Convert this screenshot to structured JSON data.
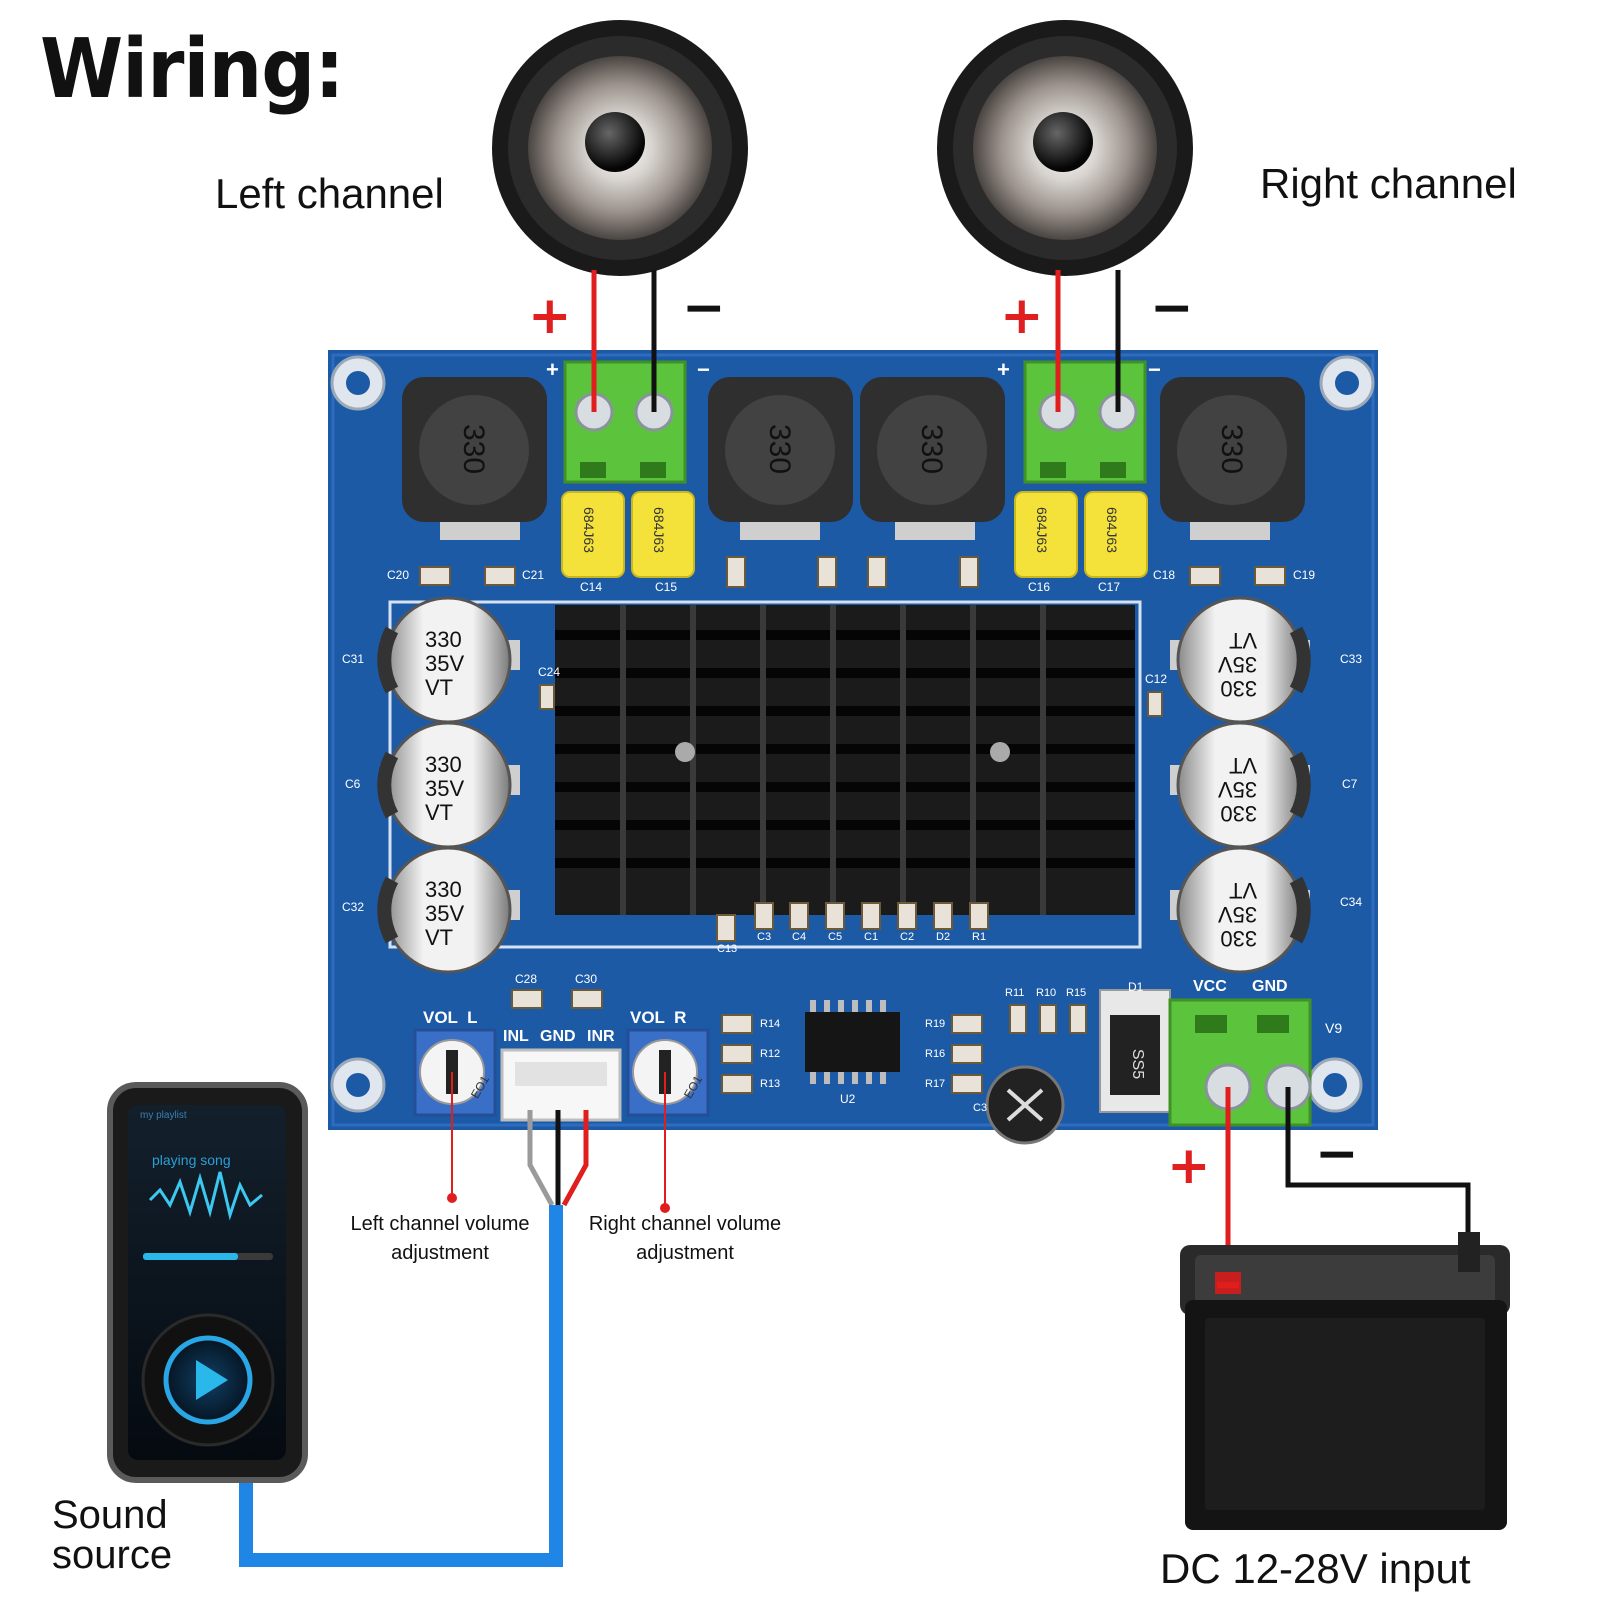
{
  "title": "Wiring:",
  "labels": {
    "left_channel": "Left channel",
    "right_channel": "Right channel",
    "left_volume": "Left channel volume adjustment",
    "right_volume": "Right channel volume adjustment",
    "sound_source_line1": "Sound",
    "sound_source_line2": "source",
    "dc_input": "DC 12-28V input"
  },
  "polarity": {
    "plus": "+",
    "minus": "−"
  },
  "board": {
    "header_plus": "+",
    "header_minus": "−",
    "inductors": [
      "330",
      "330",
      "330",
      "330"
    ],
    "film_caps": [
      "684J63",
      "684J63",
      "684J63",
      "684J63"
    ],
    "film_cap_refs": [
      "C14",
      "C15",
      "C16",
      "C17"
    ],
    "smd_refs_top": [
      "C20",
      "C21",
      "C18",
      "C19"
    ],
    "electrolytic_caps": [
      "330",
      "35V",
      "VT"
    ],
    "left_cap_refs": [
      "C31",
      "C6",
      "C32"
    ],
    "right_cap_refs": [
      "C33",
      "C7",
      "C34"
    ],
    "mid_cap_refs": [
      "C24",
      "C12"
    ],
    "bottom_refs": [
      "C13",
      "C3",
      "C4",
      "C5",
      "C1",
      "C2",
      "D2",
      "R1"
    ],
    "input_cap_refs": [
      "C28",
      "C30"
    ],
    "vol_l": "VOL  L",
    "vol_r": "VOL  R",
    "pot_code": "EO1",
    "input_pins": [
      "INL",
      "GND",
      "INR"
    ],
    "power_pins": [
      "VCC",
      "GND"
    ],
    "diode_label": "D1",
    "diode_marking": "SS5",
    "ic_label": "U2",
    "bottom_cap_ref": "C3",
    "power_ref": "V9",
    "resistor_refs": [
      "R11",
      "R10",
      "R15"
    ],
    "mid_refs": [
      "R14",
      "R12",
      "R13",
      "R19",
      "R16",
      "R17"
    ]
  },
  "player": {
    "header": "my playlist",
    "song": "playing song"
  },
  "colors": {
    "board": "#1d5aa6",
    "terminal": "#5cc33c",
    "wire_red": "#e01e1e",
    "wire_black": "#111111",
    "cable": "#1f86e6",
    "film_cap": "#f4e23a"
  },
  "icons": [
    "speaker-icon",
    "play-icon",
    "battery-icon"
  ]
}
